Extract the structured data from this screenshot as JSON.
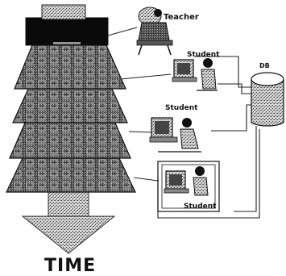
{
  "labels": {
    "teacher": "Teacher",
    "student_1": "Student",
    "student_2": "Student",
    "student_3": "Student",
    "db": "DB",
    "time": "TIME"
  }
}
